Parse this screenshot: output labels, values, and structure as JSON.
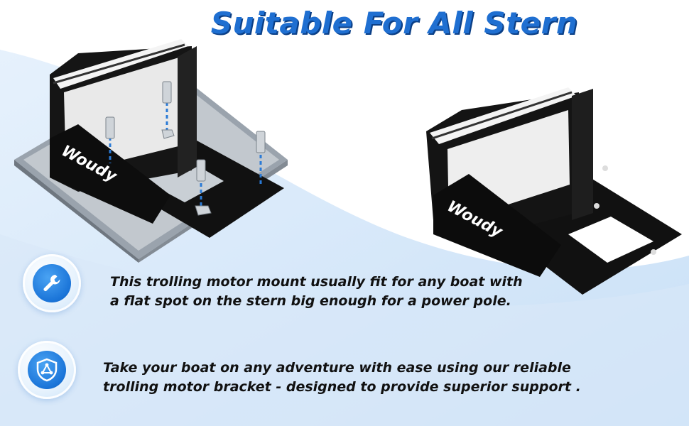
{
  "headline": "Suitable For All Stern",
  "brand": "Woudy",
  "features": [
    {
      "icon": "wrench-icon",
      "text": "This trolling motor mount usually fit for any boat with a flat spot on the stern big enough for a power pole."
    },
    {
      "icon": "shield-icon",
      "text": "Take your boat on any adventure with ease using our reliable trolling motor bracket - designed to provide superior support ."
    }
  ],
  "colors": {
    "accent": "#1f6fd1",
    "wave": "#dbeafa",
    "bracket": "#111111",
    "plate": "#b7bec6"
  }
}
